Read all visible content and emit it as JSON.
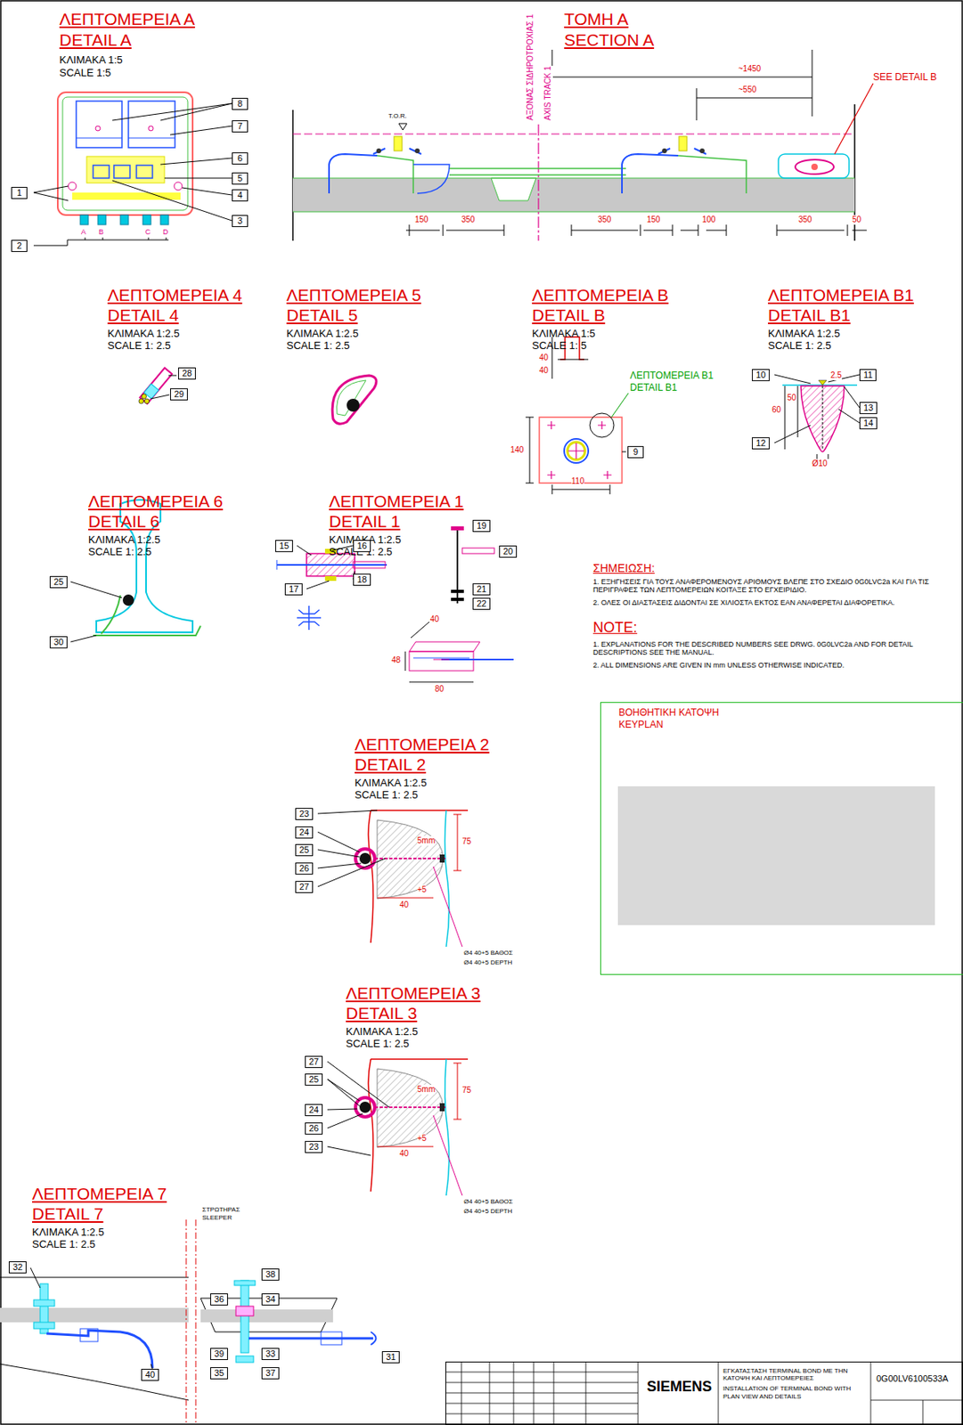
{
  "diagram": {
    "nodes": [
      {
        "text": [
          "ΒΟΗΘΗΤΙΚΗ ΚΑΤΟΨΗ",
          "KEYPLAN"
        ]
      },
      {
        "text": [
          "SIEMENS",
          "ΕΓΚΑΤΑΣΤΑΣΗ TERMINAL BOND ΜΕ ΤΗΝ ΚΑΤΟΨΗ ΚΑΙ ΛΕΠΤΟΜΕΡΕΙΕΣ",
          "INSTALLATION OF TERMINAL BOND WITH PLAN VIEW AND DETAILS",
          "0G00LV6100533A"
        ]
      }
    ],
    "labels": [
      "ΛΕΠΤΟΜΕΡΕΙΑ Α",
      "DETAIL A",
      "ΚΛΙΜΑΚΑ 1:5",
      "SCALE 1:5",
      "8",
      "7",
      "6",
      "5",
      "4",
      "3",
      "1",
      "2",
      "A",
      "B",
      "C",
      "D",
      "ΤΟΜΗ Α",
      "SECTION A",
      "ΑΞΟΝΑΣ ΣΙΔΗΡΟΤΡΟΧΙΑΣ 1",
      "AXIS TRACK 1",
      "~1450",
      "~550",
      "SEE DETAIL B",
      "T.O.R.",
      "150",
      "350",
      "350",
      "150",
      "100",
      "350",
      "50",
      "ΛΕΠΤΟΜΕΡΕΙΑ 4",
      "DETAIL 4",
      "ΚΛΙΜΑΚΑ 1:2.5",
      "SCALE 1: 2.5",
      "28",
      "29",
      "ΛΕΠΤΟΜΕΡΕΙΑ 5",
      "DETAIL 5",
      "ΚΛΙΜΑΚΑ 1:2.5",
      "SCALE 1: 2.5",
      "ΛΕΠΤΟΜΕΡΕΙΑ Β",
      "DETAIL B",
      "ΚΛΙΜΑΚΑ 1:5",
      "SCALE 1: 5",
      "ΛΕΠΤΟΜΕΡΕΙΑ Β1",
      "DETAIL B1",
      "9",
      "140",
      "110",
      "40",
      "40",
      "ΛΕΠΤΟΜΕΡΕΙΑ Β1",
      "DETAIL B1",
      "ΚΛΙΜΑΚΑ 1:2.5",
      "SCALE 1: 2.5",
      "10",
      "11",
      "13",
      "14",
      "12",
      "60",
      "50",
      "Ø10",
      "2.5",
      "ΛΕΠΤΟΜΕΡΕΙΑ 6",
      "DETAIL 6",
      "ΚΛΙΜΑΚΑ 1:2.5",
      "SCALE 1: 2.5",
      "25",
      "30",
      "ΛΕΠΤΟΜΕΡΕΙΑ 1",
      "DETAIL 1",
      "ΚΛΙΜΑΚΑ 1:2.5",
      "SCALE 1: 2.5",
      "15",
      "16",
      "18",
      "17",
      "19",
      "20",
      "21",
      "22",
      "40",
      "48",
      "80",
      "ΣΗΜΕΙΩΣΗ:",
      "1. ΕΞΗΓΗΣΕΙΣ ΓΙΑ ΤΟΥΣ ΑΝΑΦΕΡΟΜΕΝΟΥΣ ΑΡΙΘΜΟΥΣ ΒΛΕΠΕ ΣΤΟ ΣΧΕΔΙΟ 0G0LVC2a ΚΑΙ ΓΙΑ ΤΙΣ ΠΕΡΙΓΡΑΦΕΣ ΤΩΝ ΛΕΠΤΟΜΕΡΕΙΩΝ ΚΟΙΤΑΞΕ ΣΤΟ ΕΓΧΕΙΡΙΔΙΟ.",
      "2. ΟΛΕΣ ΟΙ ΔΙΑΣΤΑΣΕΙΣ ΔΙΔΟΝΤΑΙ ΣΕ ΧΙΛΙΟΣΤΑ ΕΚΤΟΣ ΕΑΝ ΑΝΑΦΕΡΕΤΑΙ ΔΙΑΦΟΡΕΤΙΚΑ.",
      "NOTE:",
      "1. EXPLANATIONS FOR THE DESCRIBED NUMBERS SEE DRWG. 0G0LVC2a AND FOR DETAIL DESCRIPTIONS SEE THE MANUAL.",
      "2. ALL DIMENSIONS ARE GIVEN IN mm UNLESS OTHERWISE INDICATED.",
      "ΛΕΠΤΟΜΕΡΕΙΑ 2",
      "DETAIL 2",
      "ΚΛΙΜΑΚΑ 1:2.5",
      "SCALE 1: 2.5",
      "23",
      "24",
      "25",
      "26",
      "27",
      "75",
      "40",
      "+5",
      "Ø4 40+5 ΒΑΘΟΣ",
      "Ø4 40+5 DEPTH",
      "5mm",
      "ΛΕΠΤΟΜΕΡΕΙΑ 3",
      "DETAIL 3",
      "ΚΛΙΜΑΚΑ 1:2.5",
      "SCALE 1: 2.5",
      "27",
      "25",
      "24",
      "26",
      "23",
      "75",
      "40",
      "+5",
      "Ø4 40+5 ΒΑΘΟΣ",
      "Ø4 40+5 DEPTH",
      "5mm",
      "ΛΕΠΤΟΜΕΡΕΙΑ 7",
      "DETAIL 7",
      "ΚΛΙΜΑΚΑ 1:2.5",
      "SCALE 1: 2.5",
      "ΣΤΡΩΤΗΡΑΣ",
      "SLEEPER",
      "32",
      "40",
      "38",
      "36",
      "34",
      "39",
      "33",
      "35",
      "37",
      "31"
    ]
  }
}
